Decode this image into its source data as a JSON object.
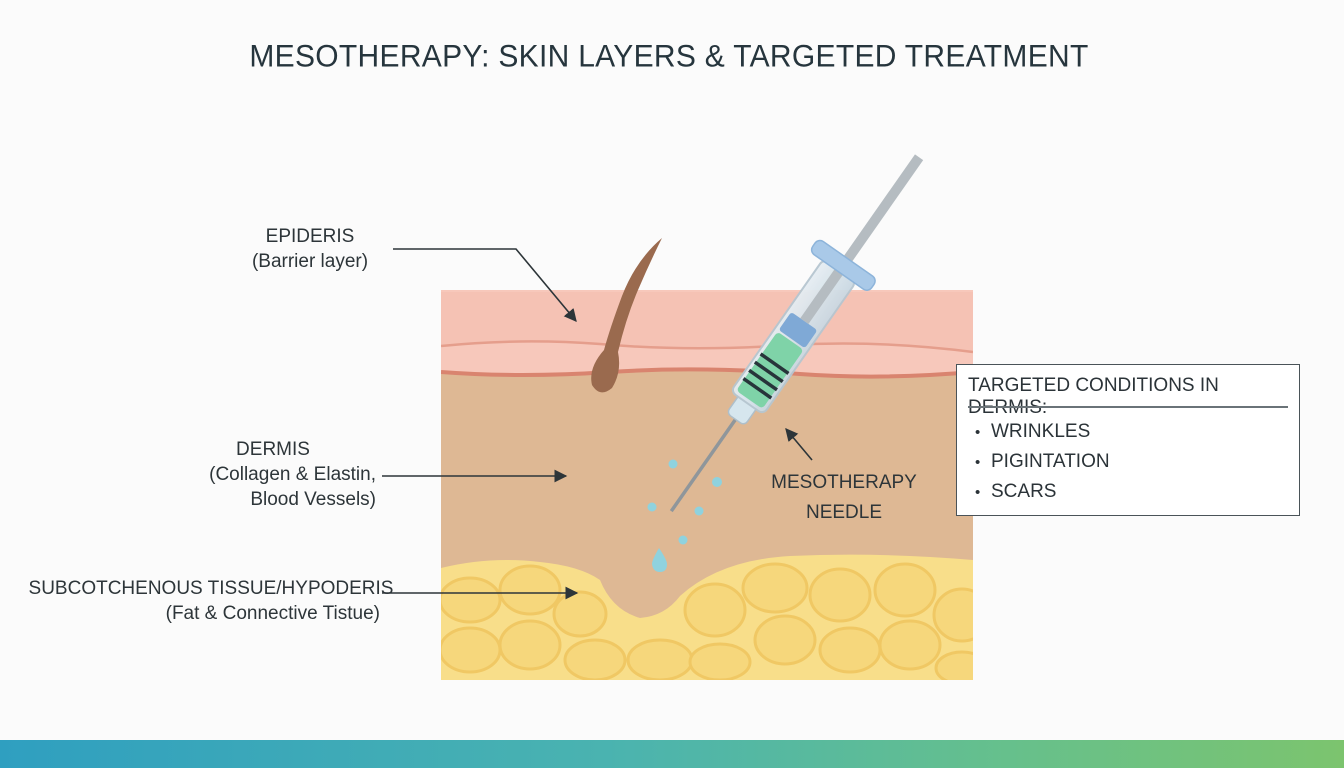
{
  "title": "MESOTHERAPY: SKIN LAYERS & TARGETED TREATMENT",
  "layers": {
    "epidermis": {
      "name": "EPIDERIS",
      "desc": "(Barrier layer)"
    },
    "dermis": {
      "name": "DERMIS",
      "desc_line1": "(Collagen & Elastin,",
      "desc_line2": "Blood Vessels)"
    },
    "subcutaneous": {
      "name": "SUBCOTCHENOUS TISSUE/HYPODERIS",
      "desc": "(Fat & Connective Tistue)"
    }
  },
  "needle_label": {
    "line1": "MESOTHERAPY",
    "line2": "NEEDLE"
  },
  "info_box": {
    "heading": "TARGETED CONDITIONS IN DERMIS:",
    "bullet": "•",
    "items": [
      "WRINKLES",
      "PIGINTATION",
      "SCARS"
    ]
  },
  "colors": {
    "epidermis": "#f7c8bb",
    "dermis": "#deb894",
    "fat": "#f8de8a",
    "serum": "#7fd3a8",
    "droplet": "#8fd2de",
    "footer_start": "#2f9fc0",
    "footer_end": "#7cc46e"
  }
}
